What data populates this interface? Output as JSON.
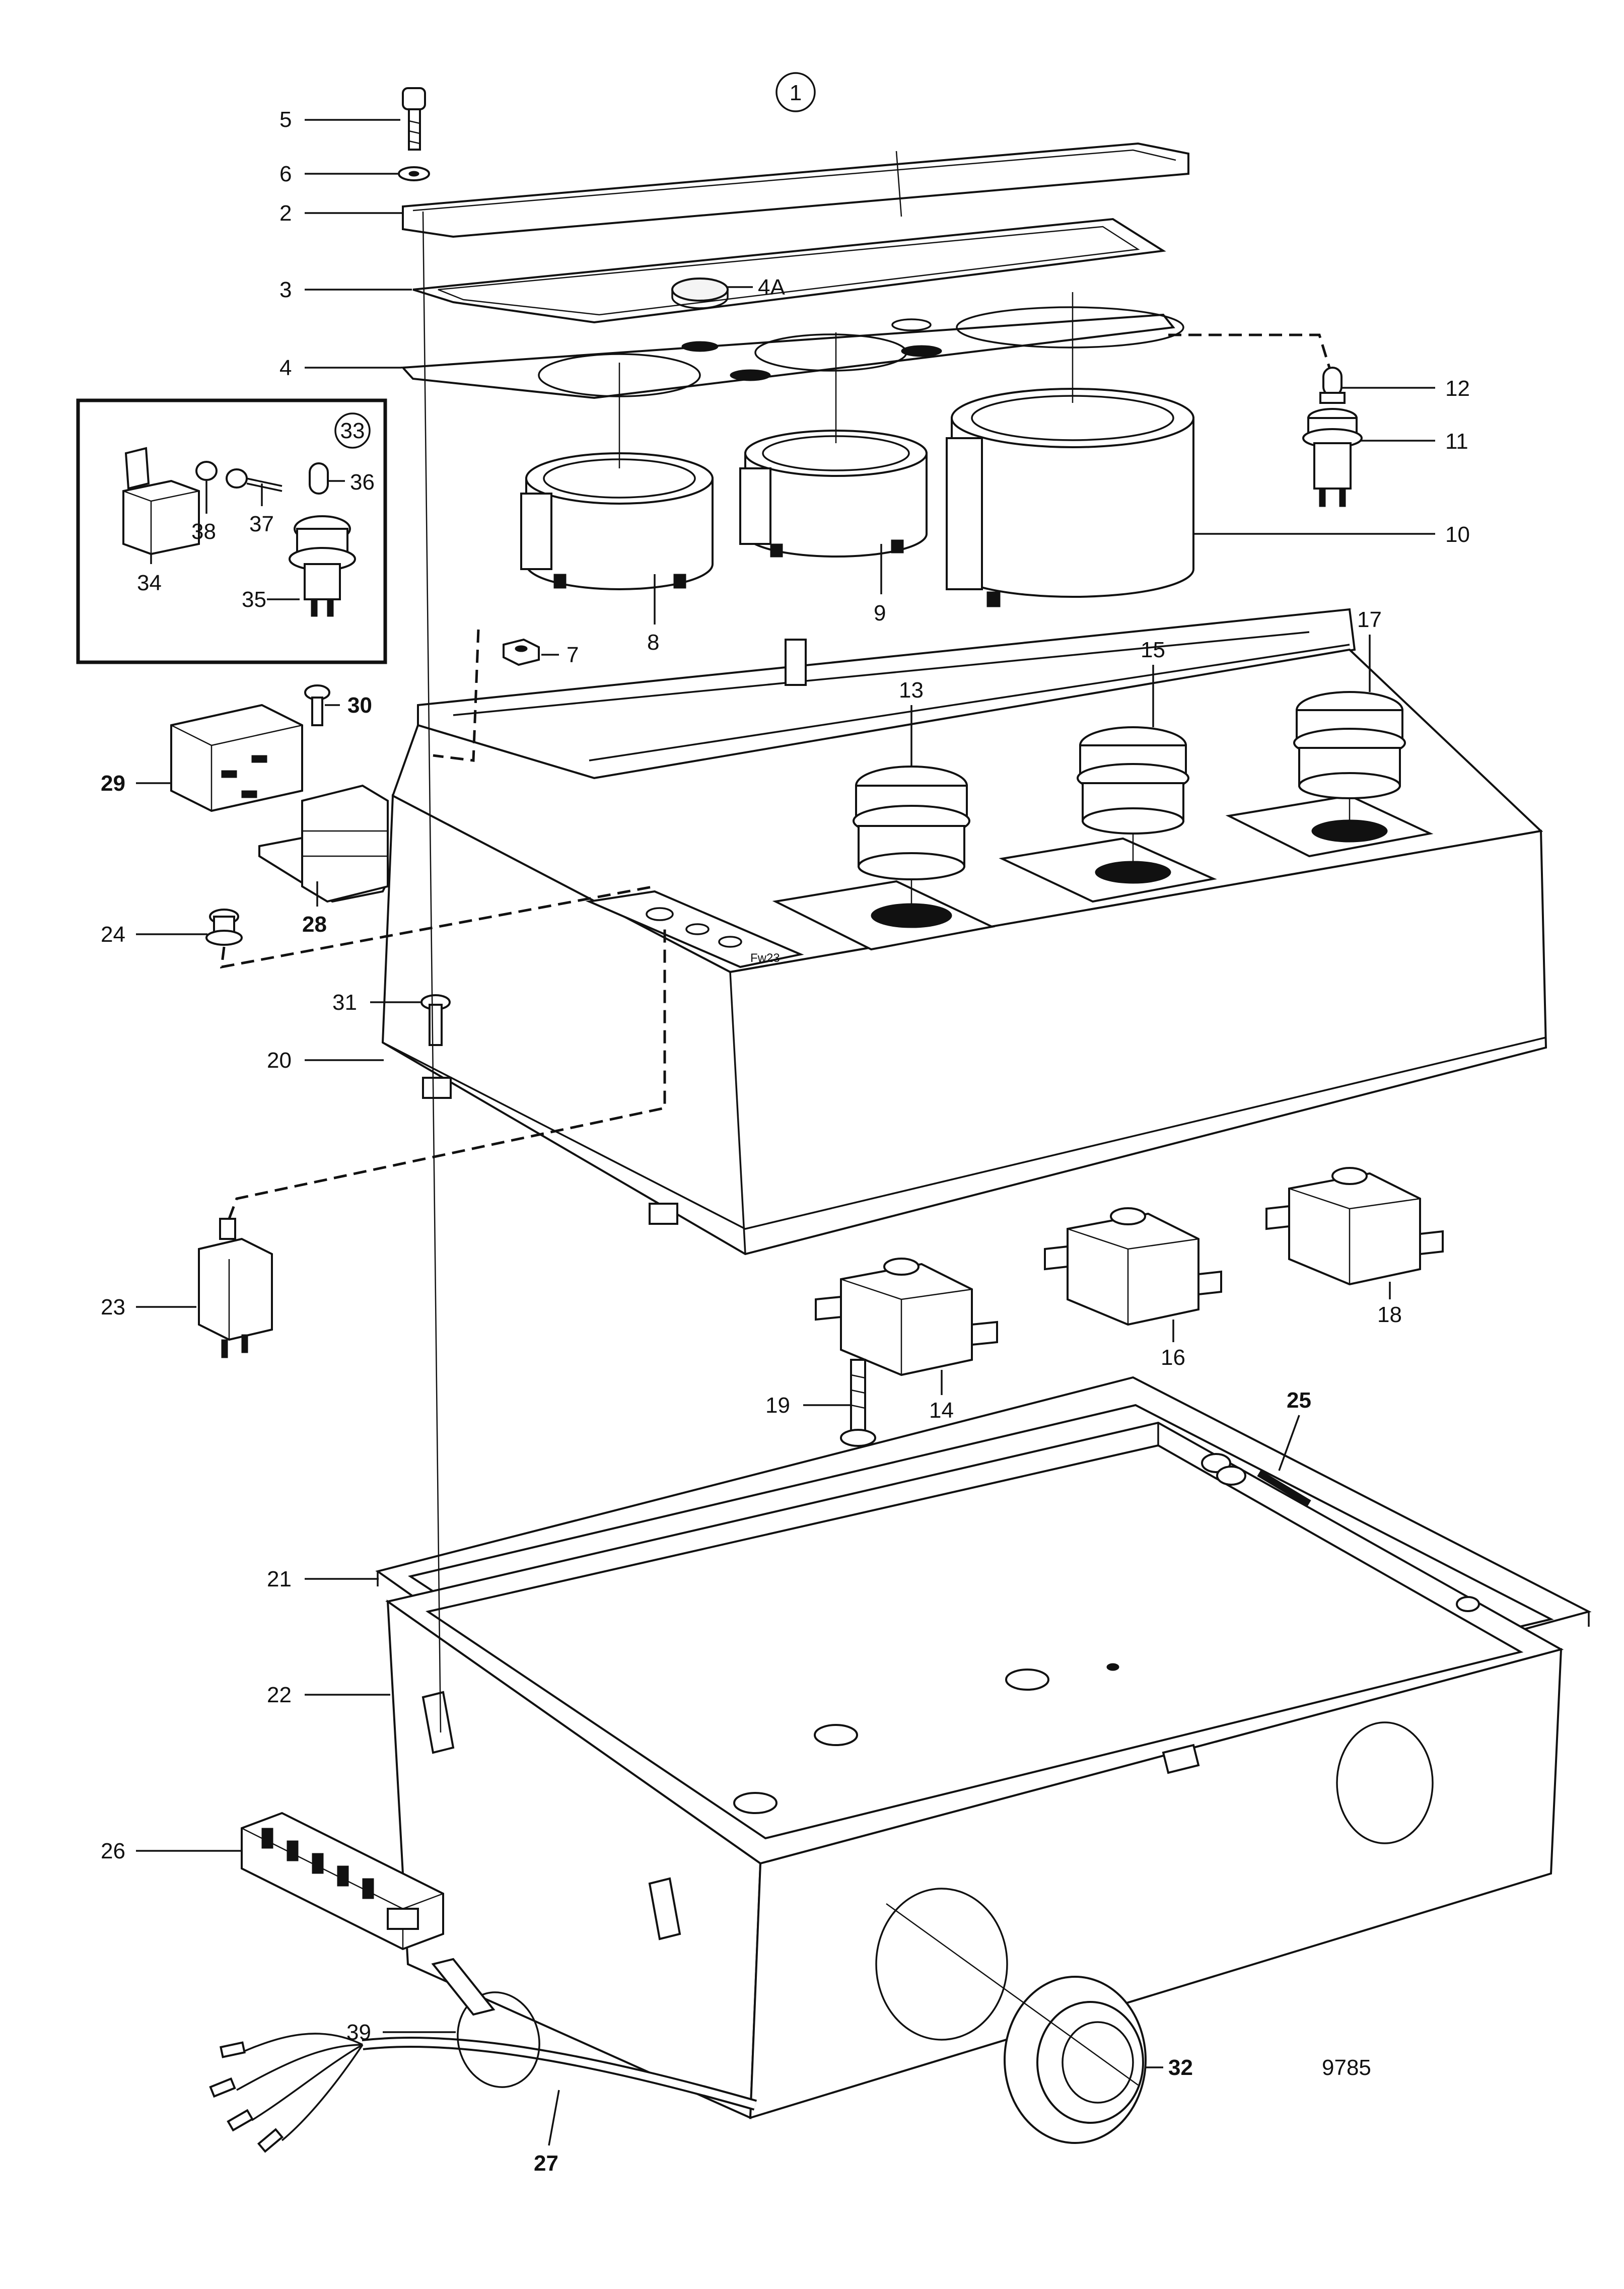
{
  "figure": {
    "group_number": "1",
    "drawing_number": "9785"
  },
  "inset": {
    "number": "33"
  },
  "callouts": [
    {
      "id": "c5",
      "text": "5",
      "bold": false
    },
    {
      "id": "c6",
      "text": "6",
      "bold": false
    },
    {
      "id": "c2",
      "text": "2",
      "bold": false
    },
    {
      "id": "c3",
      "text": "3",
      "bold": false
    },
    {
      "id": "c4A",
      "text": "4A",
      "bold": false
    },
    {
      "id": "c4",
      "text": "4",
      "bold": false
    },
    {
      "id": "c12",
      "text": "12",
      "bold": false
    },
    {
      "id": "c11",
      "text": "11",
      "bold": false
    },
    {
      "id": "c10",
      "text": "10",
      "bold": false
    },
    {
      "id": "c8",
      "text": "8",
      "bold": false
    },
    {
      "id": "c9",
      "text": "9",
      "bold": false
    },
    {
      "id": "c36",
      "text": "36",
      "bold": false
    },
    {
      "id": "c37",
      "text": "37",
      "bold": false
    },
    {
      "id": "c38",
      "text": "38",
      "bold": false
    },
    {
      "id": "c34",
      "text": "34",
      "bold": false
    },
    {
      "id": "c35",
      "text": "35",
      "bold": false
    },
    {
      "id": "c7",
      "text": "7",
      "bold": false
    },
    {
      "id": "c30",
      "text": "30",
      "bold": true
    },
    {
      "id": "c29",
      "text": "29",
      "bold": true
    },
    {
      "id": "c28",
      "text": "28",
      "bold": true
    },
    {
      "id": "c24",
      "text": "24",
      "bold": false
    },
    {
      "id": "c13",
      "text": "13",
      "bold": false
    },
    {
      "id": "c15",
      "text": "15",
      "bold": false
    },
    {
      "id": "c17",
      "text": "17",
      "bold": false
    },
    {
      "id": "c31",
      "text": "31",
      "bold": false
    },
    {
      "id": "c20",
      "text": "20",
      "bold": false
    },
    {
      "id": "c23",
      "text": "23",
      "bold": false
    },
    {
      "id": "c14",
      "text": "14",
      "bold": false
    },
    {
      "id": "c16",
      "text": "16",
      "bold": false
    },
    {
      "id": "c18",
      "text": "18",
      "bold": false
    },
    {
      "id": "c19",
      "text": "19",
      "bold": false
    },
    {
      "id": "c25",
      "text": "25",
      "bold": true
    },
    {
      "id": "c21",
      "text": "21",
      "bold": false
    },
    {
      "id": "c22",
      "text": "22",
      "bold": false
    },
    {
      "id": "c26",
      "text": "26",
      "bold": false
    },
    {
      "id": "c39",
      "text": "39",
      "bold": false
    },
    {
      "id": "c32",
      "text": "32",
      "bold": true
    },
    {
      "id": "c27",
      "text": "27",
      "bold": true
    }
  ],
  "panel_plate_text": "Fw23"
}
